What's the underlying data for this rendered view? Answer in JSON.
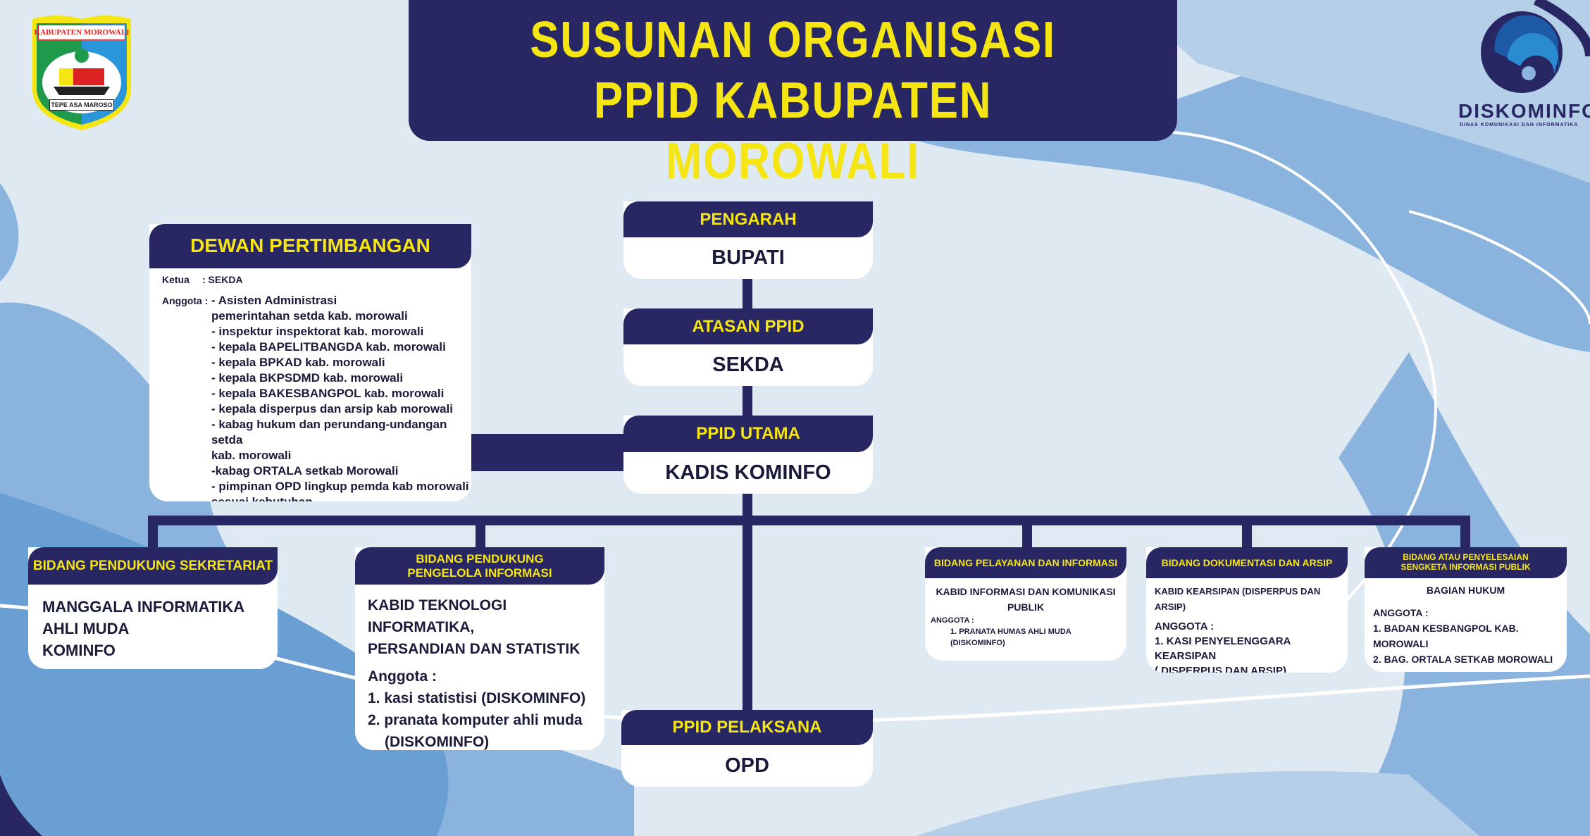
{
  "title": {
    "line1": "SUSUNAN ORGANISASI",
    "line2": "PPID KABUPATEN MOROWALI"
  },
  "logo_left": {
    "text": "KABUPATEN MOROWALI",
    "motto": "TEPE ASA MAROSO"
  },
  "logo_right": {
    "name": "DISKOMINFO",
    "subtitle": "DINAS KOMUNIKASI DAN INFORMATIKA"
  },
  "pengarah": {
    "header": "PENGARAH",
    "body": "BUPATI"
  },
  "atasan": {
    "header": "ATASAN PPID",
    "body": "SEKDA"
  },
  "utama": {
    "header": "PPID UTAMA",
    "body": "KADIS KOMINFO"
  },
  "pelaksana": {
    "header": "PPID PELAKSANA",
    "body": "OPD"
  },
  "dewan": {
    "header": "DEWAN PERTIMBANGAN",
    "ketua_label": "Ketua",
    "ketua_value": ": SEKDA",
    "anggota_label": "Anggota :",
    "members": [
      "- Asisten Administrasi",
      "pemerintahan setda kab. morowali",
      "- inspektur inspektorat kab. morowali",
      "- kepala BAPELITBANGDA kab. morowali",
      "- kepala BPKAD kab. morowali",
      "- kepala BKPSDMD kab. morowali",
      "- kepala BAKESBANGPOL kab. morowali",
      "- kepala disperpus dan arsip kab morowali",
      "- kabag hukum dan perundang-undangan setda",
      "kab. morowali",
      "-kabag ORTALA setkab Morowali",
      "- pimpinan OPD lingkup pemda kab morowali",
      "sesuai kebutuhan"
    ]
  },
  "bidang": [
    {
      "header": "BIDANG PENDUKUNG SEKRETARIAT",
      "lines": [
        "MANGGALA INFORMATIKA",
        "AHLI MUDA",
        "KOMINFO"
      ]
    },
    {
      "header": "BIDANG PENDUKUNG PENGELOLA INFORMASI",
      "lines": [
        "KABID TEKNOLOGI INFORMATIKA,",
        "PERSANDIAN DAN STATISTIK"
      ],
      "anggota": "Anggota :",
      "members": [
        "1. kasi statistisi (DISKOMINFO)",
        "2. pranata komputer ahli muda",
        "(DISKOMINFO)"
      ]
    },
    {
      "header": "BIDANG PELAYANAN DAN INFORMASI",
      "lines": [
        "KABID INFORMASI DAN KOMUNIKASI",
        "PUBLIK"
      ],
      "anggota": "ANGGOTA :",
      "members": [
        "1. PRANATA HUMAS AHLI MUDA (DISKOMINFO)"
      ]
    },
    {
      "header": "BIDANG DOKUMENTASI DAN ARSIP",
      "lines": [
        "KABID KEARSIPAN (DISPERPUS DAN ARSIP)"
      ],
      "anggota": "ANGGOTA :",
      "members": [
        "1. KASI PENYELENGGARA KEARSIPAN",
        "( DISPERPUS DAN ARSIP)"
      ]
    },
    {
      "header": "BIDANG ATAU PENYELESAIAN SENGKETA INFORMASI PUBLIK",
      "lines": [
        "BAGIAN HUKUM"
      ],
      "anggota": "ANGGOTA :",
      "members": [
        "1. BADAN KESBANGPOL KAB. MOROWALI",
        "2. BAG. ORTALA SETKAB MOROWALI"
      ]
    }
  ],
  "colors": {
    "navy": "#282663",
    "yellow": "#f5e613",
    "bg": "#dfe9f2",
    "wave": "#8ab3de"
  }
}
